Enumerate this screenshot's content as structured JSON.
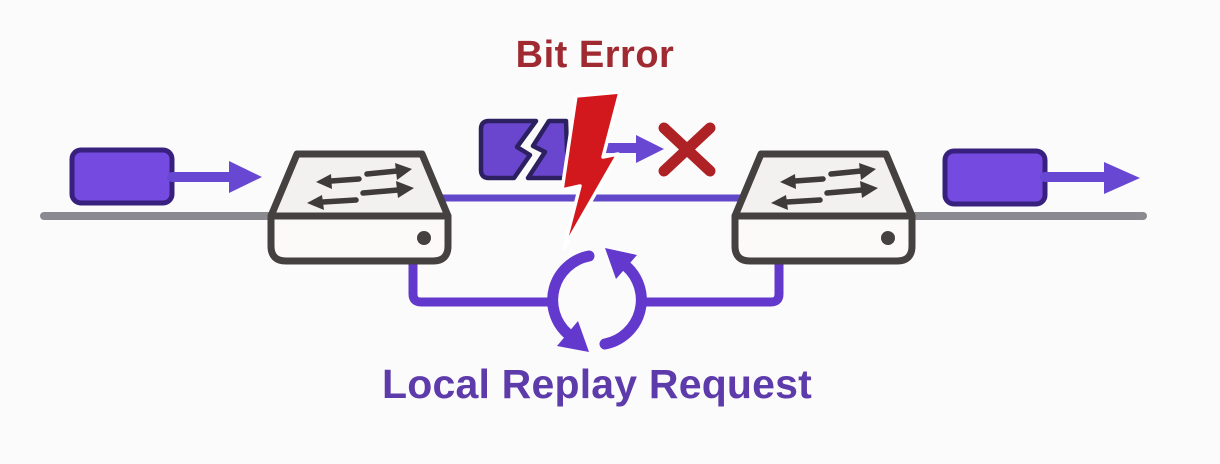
{
  "labels": {
    "title": "Bit Error",
    "caption": "Local Replay Request"
  },
  "colors": {
    "background": "#fcfbfb",
    "title_red": "#a02a32",
    "caption_purple": "#5d3bab",
    "bolt_red": "#d2181c",
    "cross_red": "#ae2124",
    "packet_purple": "#744ae0",
    "packet_border": "#38217e",
    "fragment_purple": "#6a46cf",
    "fragment_border": "#2c2060",
    "arrow_purple": "#6847d2",
    "link_purple": "#6148c8",
    "replay_purple": "#6338cc",
    "wire_gray": "#8b8a90",
    "switch_outline": "#444140",
    "switch_top": "#f3f1ef",
    "switch_front": "#fbfaf9",
    "switch_arrow": "#3e3b3a"
  },
  "icons": {
    "switch": "network-switch-icon",
    "replay": "replay-loop-icon",
    "bolt": "lightning-bolt-icon",
    "cross": "dropped-packet-cross-icon",
    "packet": "data-packet",
    "broken_packet": "corrupted-packet-icon",
    "arrow": "arrow-right-icon"
  }
}
